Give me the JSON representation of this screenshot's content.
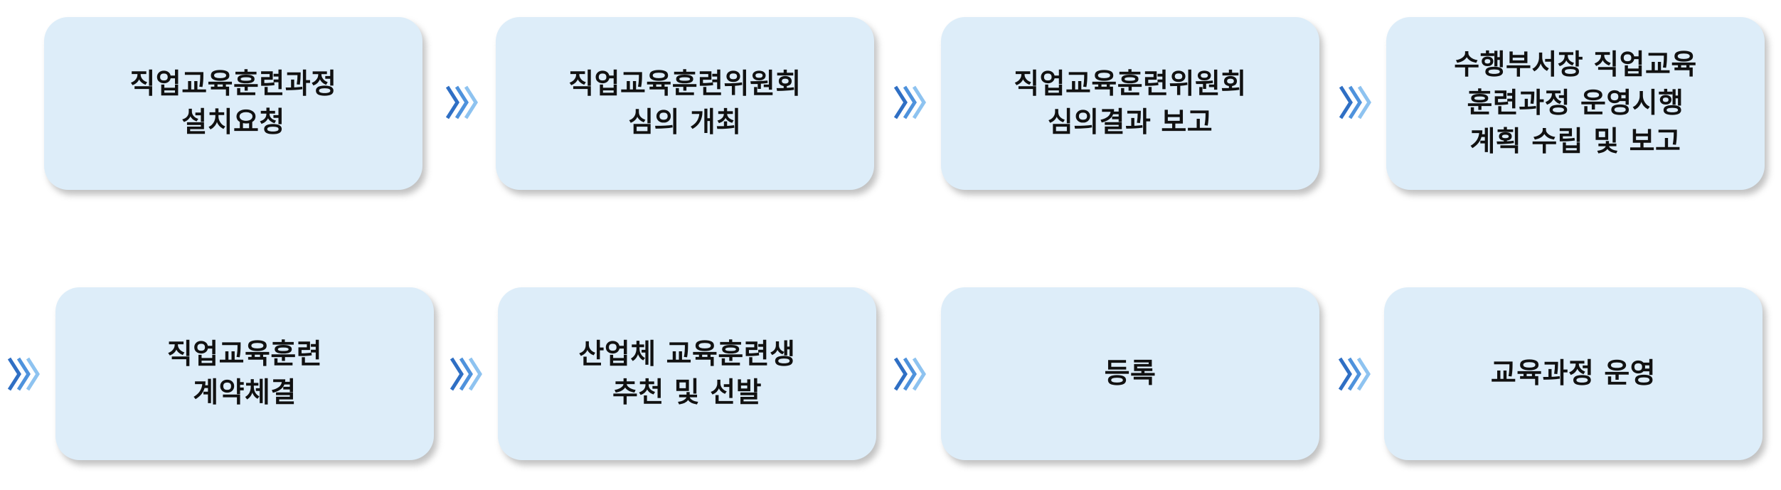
{
  "flow": {
    "steps": [
      {
        "label": "직업교육훈련과정\n설치요청"
      },
      {
        "label": "직업교육훈련위원회\n심의 개최"
      },
      {
        "label": "직업교육훈련위원회\n심의결과 보고"
      },
      {
        "label": "수행부서장 직업교육\n훈련과정 운영시행\n계획 수립 및 보고"
      },
      {
        "label": "직업교육훈련\n계약체결"
      },
      {
        "label": "산업체 교육훈련생\n추천 및 선발"
      },
      {
        "label": "등록"
      },
      {
        "label": "교육과정 운영"
      }
    ]
  },
  "colors": {
    "box_fill": "#ddedf9",
    "text": "#111111",
    "chevron_dark": "#2f6fc4",
    "chevron_mid": "#4e92dc",
    "chevron_light": "#8ec3f0"
  },
  "icons": {
    "connector": "triple-chevron-right-icon"
  }
}
